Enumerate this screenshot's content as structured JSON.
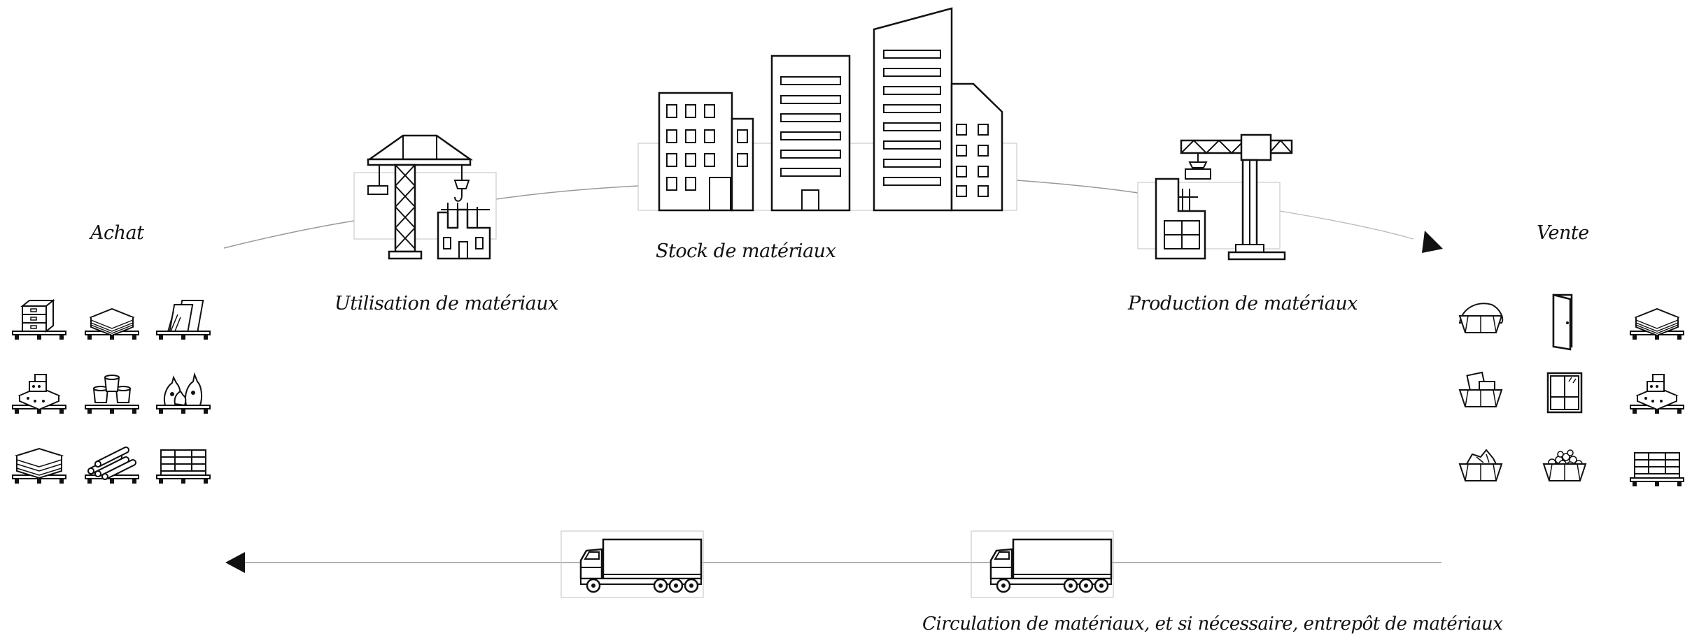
{
  "labels": {
    "achat": "Achat",
    "vente": "Vente",
    "stock": "Stock de matériaux",
    "utilisation": "Utilisation de matériaux",
    "production": "Production de matériaux",
    "circulation": "Circulation de matériaux, et si nécessaire, entrepôt de matériaux"
  },
  "icons": {
    "stock": "city-buildings-icon",
    "utilisation": "construction-crane-icon",
    "production": "factory-crane-icon",
    "truck": "truck-icon",
    "pallet": "material-pallet-icon"
  },
  "colors": {
    "ink": "#111111",
    "line": "#999999",
    "box": "#cccccc"
  }
}
